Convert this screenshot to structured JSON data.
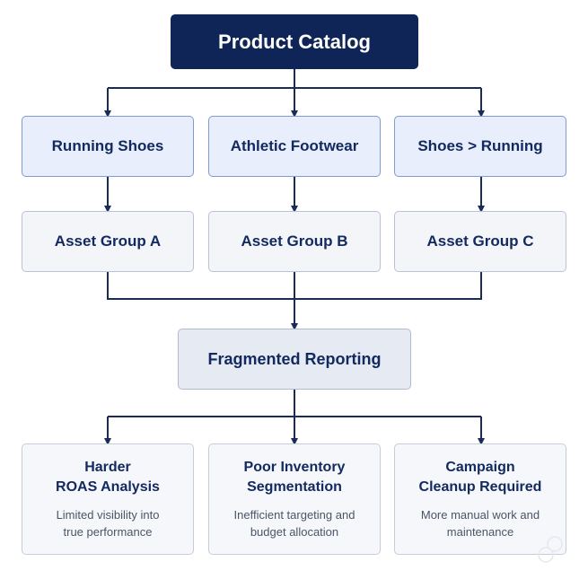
{
  "root": {
    "label": "Product Catalog"
  },
  "categories": [
    {
      "label": "Running Shoes"
    },
    {
      "label": "Athletic Footwear"
    },
    {
      "label": "Shoes > Running"
    }
  ],
  "asset_groups": [
    {
      "label": "Asset Group A"
    },
    {
      "label": "Asset Group B"
    },
    {
      "label": "Asset Group C"
    }
  ],
  "outcome": {
    "label": "Fragmented Reporting"
  },
  "impacts": [
    {
      "title": "Harder\nROAS Analysis",
      "description": "Limited visibility into\ntrue performance"
    },
    {
      "title": "Poor Inventory\nSegmentation",
      "description": "Inefficient targeting and\nbudget allocation"
    },
    {
      "title": "Campaign\nCleanup Required",
      "description": "More manual work and\nmaintenance"
    }
  ],
  "colors": {
    "root_fill": "#0f2557",
    "connector": "#1a2b55",
    "category_fill": "#e8eefb",
    "category_border": "#7f9bd1"
  }
}
